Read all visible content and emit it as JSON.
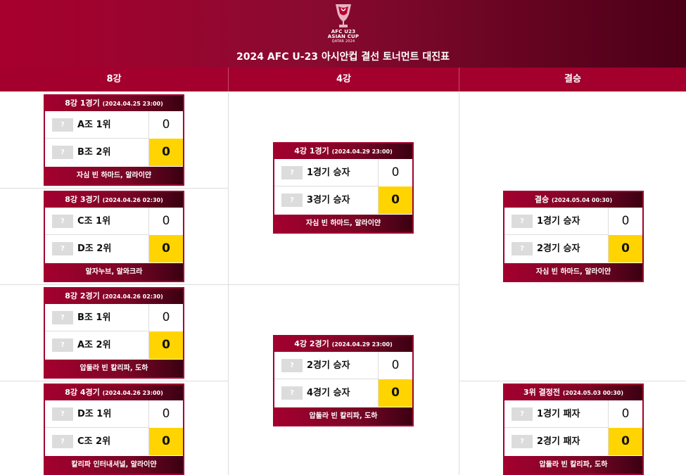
{
  "header": {
    "logo": {
      "icon": "afc-cup-trophy-icon",
      "line1": "AFC U23",
      "line2": "ASIAN CUP",
      "line3": "QATAR 2024"
    },
    "title": "2024 AFC U-23 아시안컵 결선 토너먼트 대진표"
  },
  "columns": {
    "qf": "8강",
    "sf": "4강",
    "final": "결승"
  },
  "flag_placeholder": "?",
  "matches": {
    "qf1": {
      "title": "8강 1경기",
      "datetime": "(2024.04.25 23:00)",
      "home": {
        "team": "A조 1위",
        "score": "0"
      },
      "away": {
        "team": "B조 2위",
        "score": "0"
      },
      "venue": "자심 빈 하마드, 알라이얀"
    },
    "qf3": {
      "title": "8강 3경기",
      "datetime": "(2024.04.26 02:30)",
      "home": {
        "team": "C조 1위",
        "score": "0"
      },
      "away": {
        "team": "D조 2위",
        "score": "0"
      },
      "venue": "알자누브, 알와크라"
    },
    "qf2": {
      "title": "8강 2경기",
      "datetime": "(2024.04.26 02:30)",
      "home": {
        "team": "B조 1위",
        "score": "0"
      },
      "away": {
        "team": "A조 2위",
        "score": "0"
      },
      "venue": "압둘라 빈 칼리파, 도하"
    },
    "qf4": {
      "title": "8강 4경기",
      "datetime": "(2024.04.26 23:00)",
      "home": {
        "team": "D조 1위",
        "score": "0"
      },
      "away": {
        "team": "C조 2위",
        "score": "0"
      },
      "venue": "칼리파 인터내셔널, 알라이얀"
    },
    "sf1": {
      "title": "4강 1경기",
      "datetime": "(2024.04.29 23:00)",
      "home": {
        "team": "1경기 승자",
        "score": "0"
      },
      "away": {
        "team": "3경기 승자",
        "score": "0"
      },
      "venue": "자심 빈 하마드, 알라이얀"
    },
    "sf2": {
      "title": "4강 2경기",
      "datetime": "(2024.04.29 23:00)",
      "home": {
        "team": "2경기 승자",
        "score": "0"
      },
      "away": {
        "team": "4경기 승자",
        "score": "0"
      },
      "venue": "압둘라 빈 칼리파, 도하"
    },
    "final": {
      "title": "결승",
      "datetime": "(2024.05.04 00:30)",
      "home": {
        "team": "1경기 승자",
        "score": "0"
      },
      "away": {
        "team": "2경기 승자",
        "score": "0"
      },
      "venue": "자심 빈 하마드, 알라이얀"
    },
    "third": {
      "title": "3위 결정전",
      "datetime": "(2024.05.03 00:30)",
      "home": {
        "team": "1경기 패자",
        "score": "0"
      },
      "away": {
        "team": "2경기 패자",
        "score": "0"
      },
      "venue": "압둘라 빈 칼리파, 도하"
    }
  },
  "colors": {
    "header": "#a8002e",
    "card_border": "#a3002e",
    "winner_highlight": "#ffd400",
    "flag_placeholder": "#dcdcdc"
  }
}
